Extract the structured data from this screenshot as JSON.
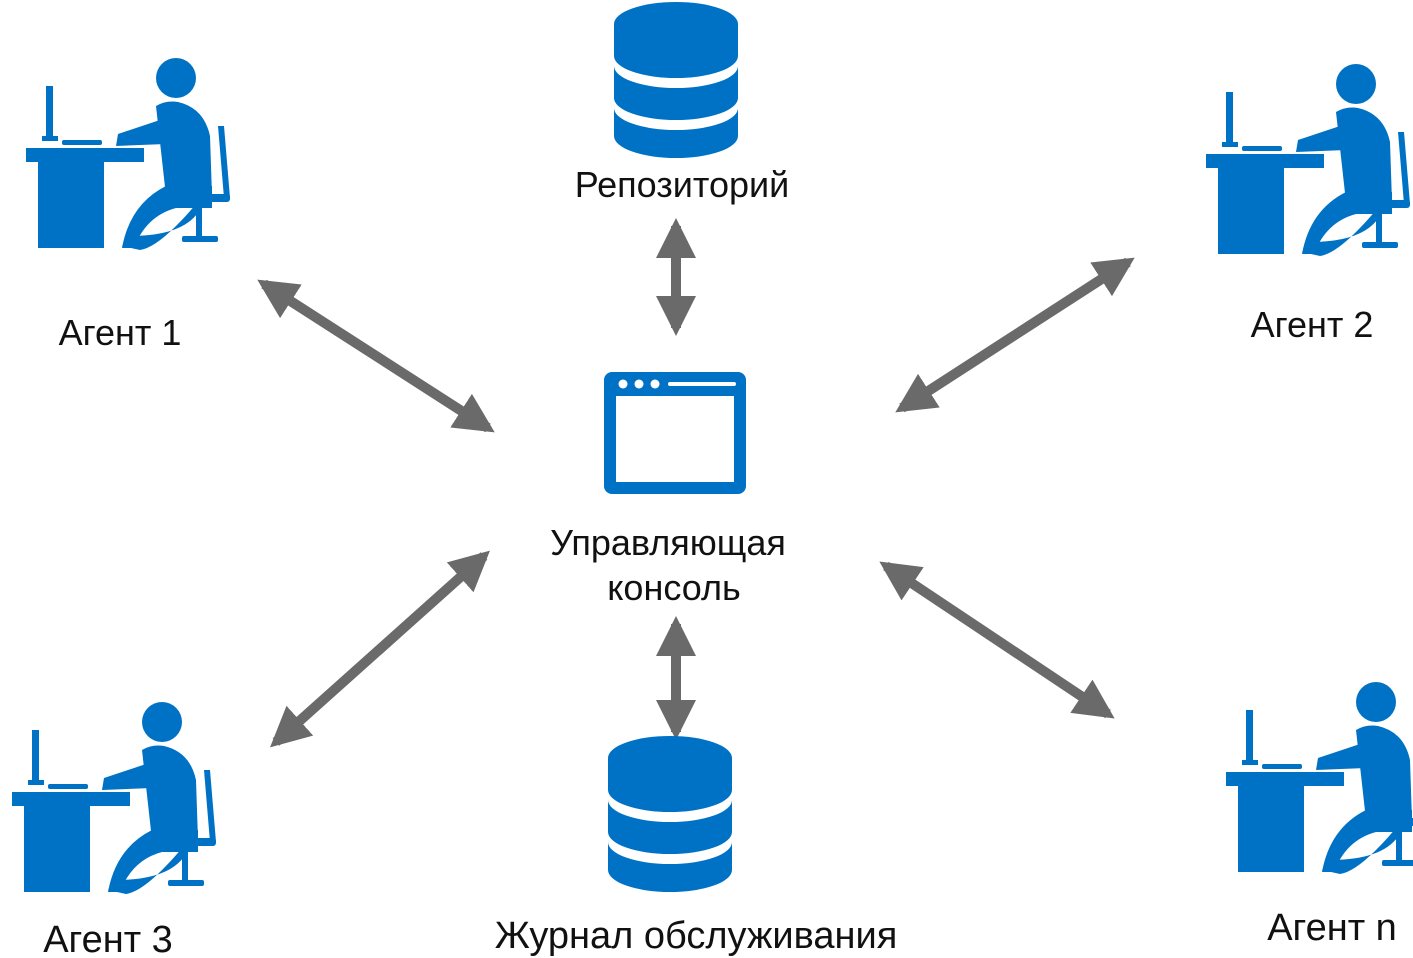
{
  "colors": {
    "icon_blue": "#0072c6",
    "arrow_gray": "#6a6a6a",
    "text": "#111111",
    "background": "#ffffff"
  },
  "nodes": {
    "repository": {
      "label": "Репозиторий",
      "icon": "database-icon"
    },
    "console": {
      "label_line1": "Управляющая",
      "label_line2": "консоль",
      "icon": "browser-window-icon"
    },
    "service_log": {
      "label": "Журнал обслуживания",
      "icon": "database-icon"
    },
    "agent_1": {
      "label": "Агент 1",
      "icon": "person-at-desk-icon"
    },
    "agent_2": {
      "label": "Агент 2",
      "icon": "person-at-desk-icon"
    },
    "agent_3": {
      "label": "Агент 3",
      "icon": "person-at-desk-icon"
    },
    "agent_n": {
      "label": "Агент n",
      "icon": "person-at-desk-icon"
    }
  },
  "connections": [
    {
      "from": "console",
      "to": "repository",
      "type": "bidirectional"
    },
    {
      "from": "console",
      "to": "service_log",
      "type": "bidirectional"
    },
    {
      "from": "console",
      "to": "agent_1",
      "type": "bidirectional"
    },
    {
      "from": "console",
      "to": "agent_2",
      "type": "bidirectional"
    },
    {
      "from": "console",
      "to": "agent_3",
      "type": "bidirectional"
    },
    {
      "from": "console",
      "to": "agent_n",
      "type": "bidirectional"
    }
  ]
}
